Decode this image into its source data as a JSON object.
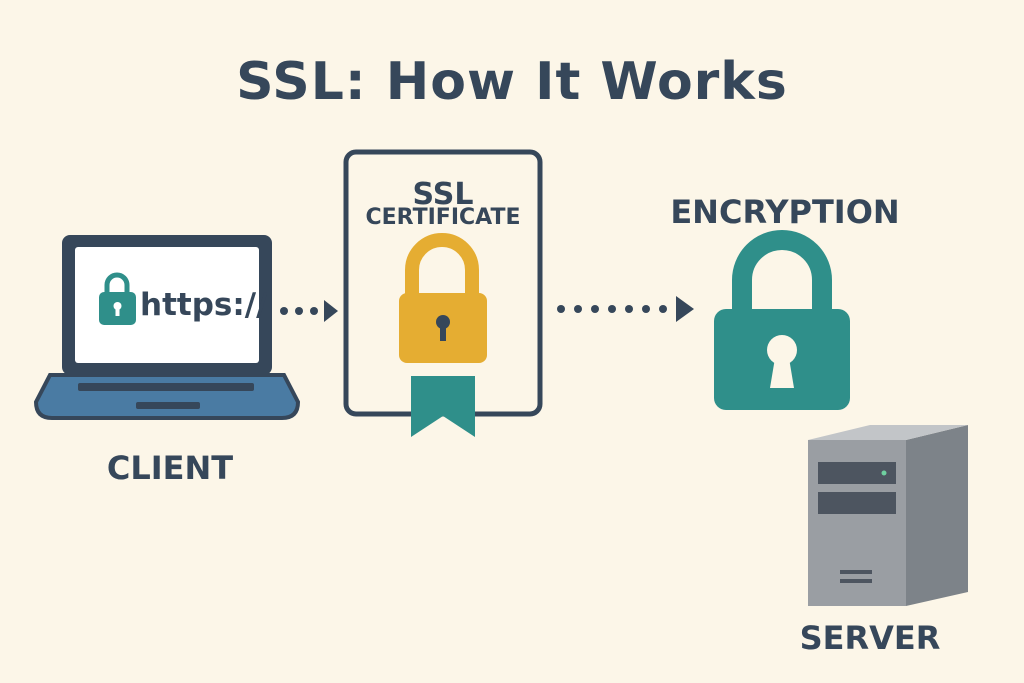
{
  "title": "SSL: How It Works",
  "client": {
    "label": "CLIENT",
    "url_text": "https://"
  },
  "certificate": {
    "line1": "SSL",
    "line2": "CERTIFICATE"
  },
  "encryption": {
    "label": "ENCRYPTION"
  },
  "server": {
    "label": "SERVER"
  },
  "colors": {
    "background": "#fcf6e8",
    "text": "#36475a",
    "teal": "#2f8f8a",
    "gold": "#e5ad32",
    "laptop_blue": "#4a7ba3",
    "server_gray": "#9a9ea3"
  }
}
